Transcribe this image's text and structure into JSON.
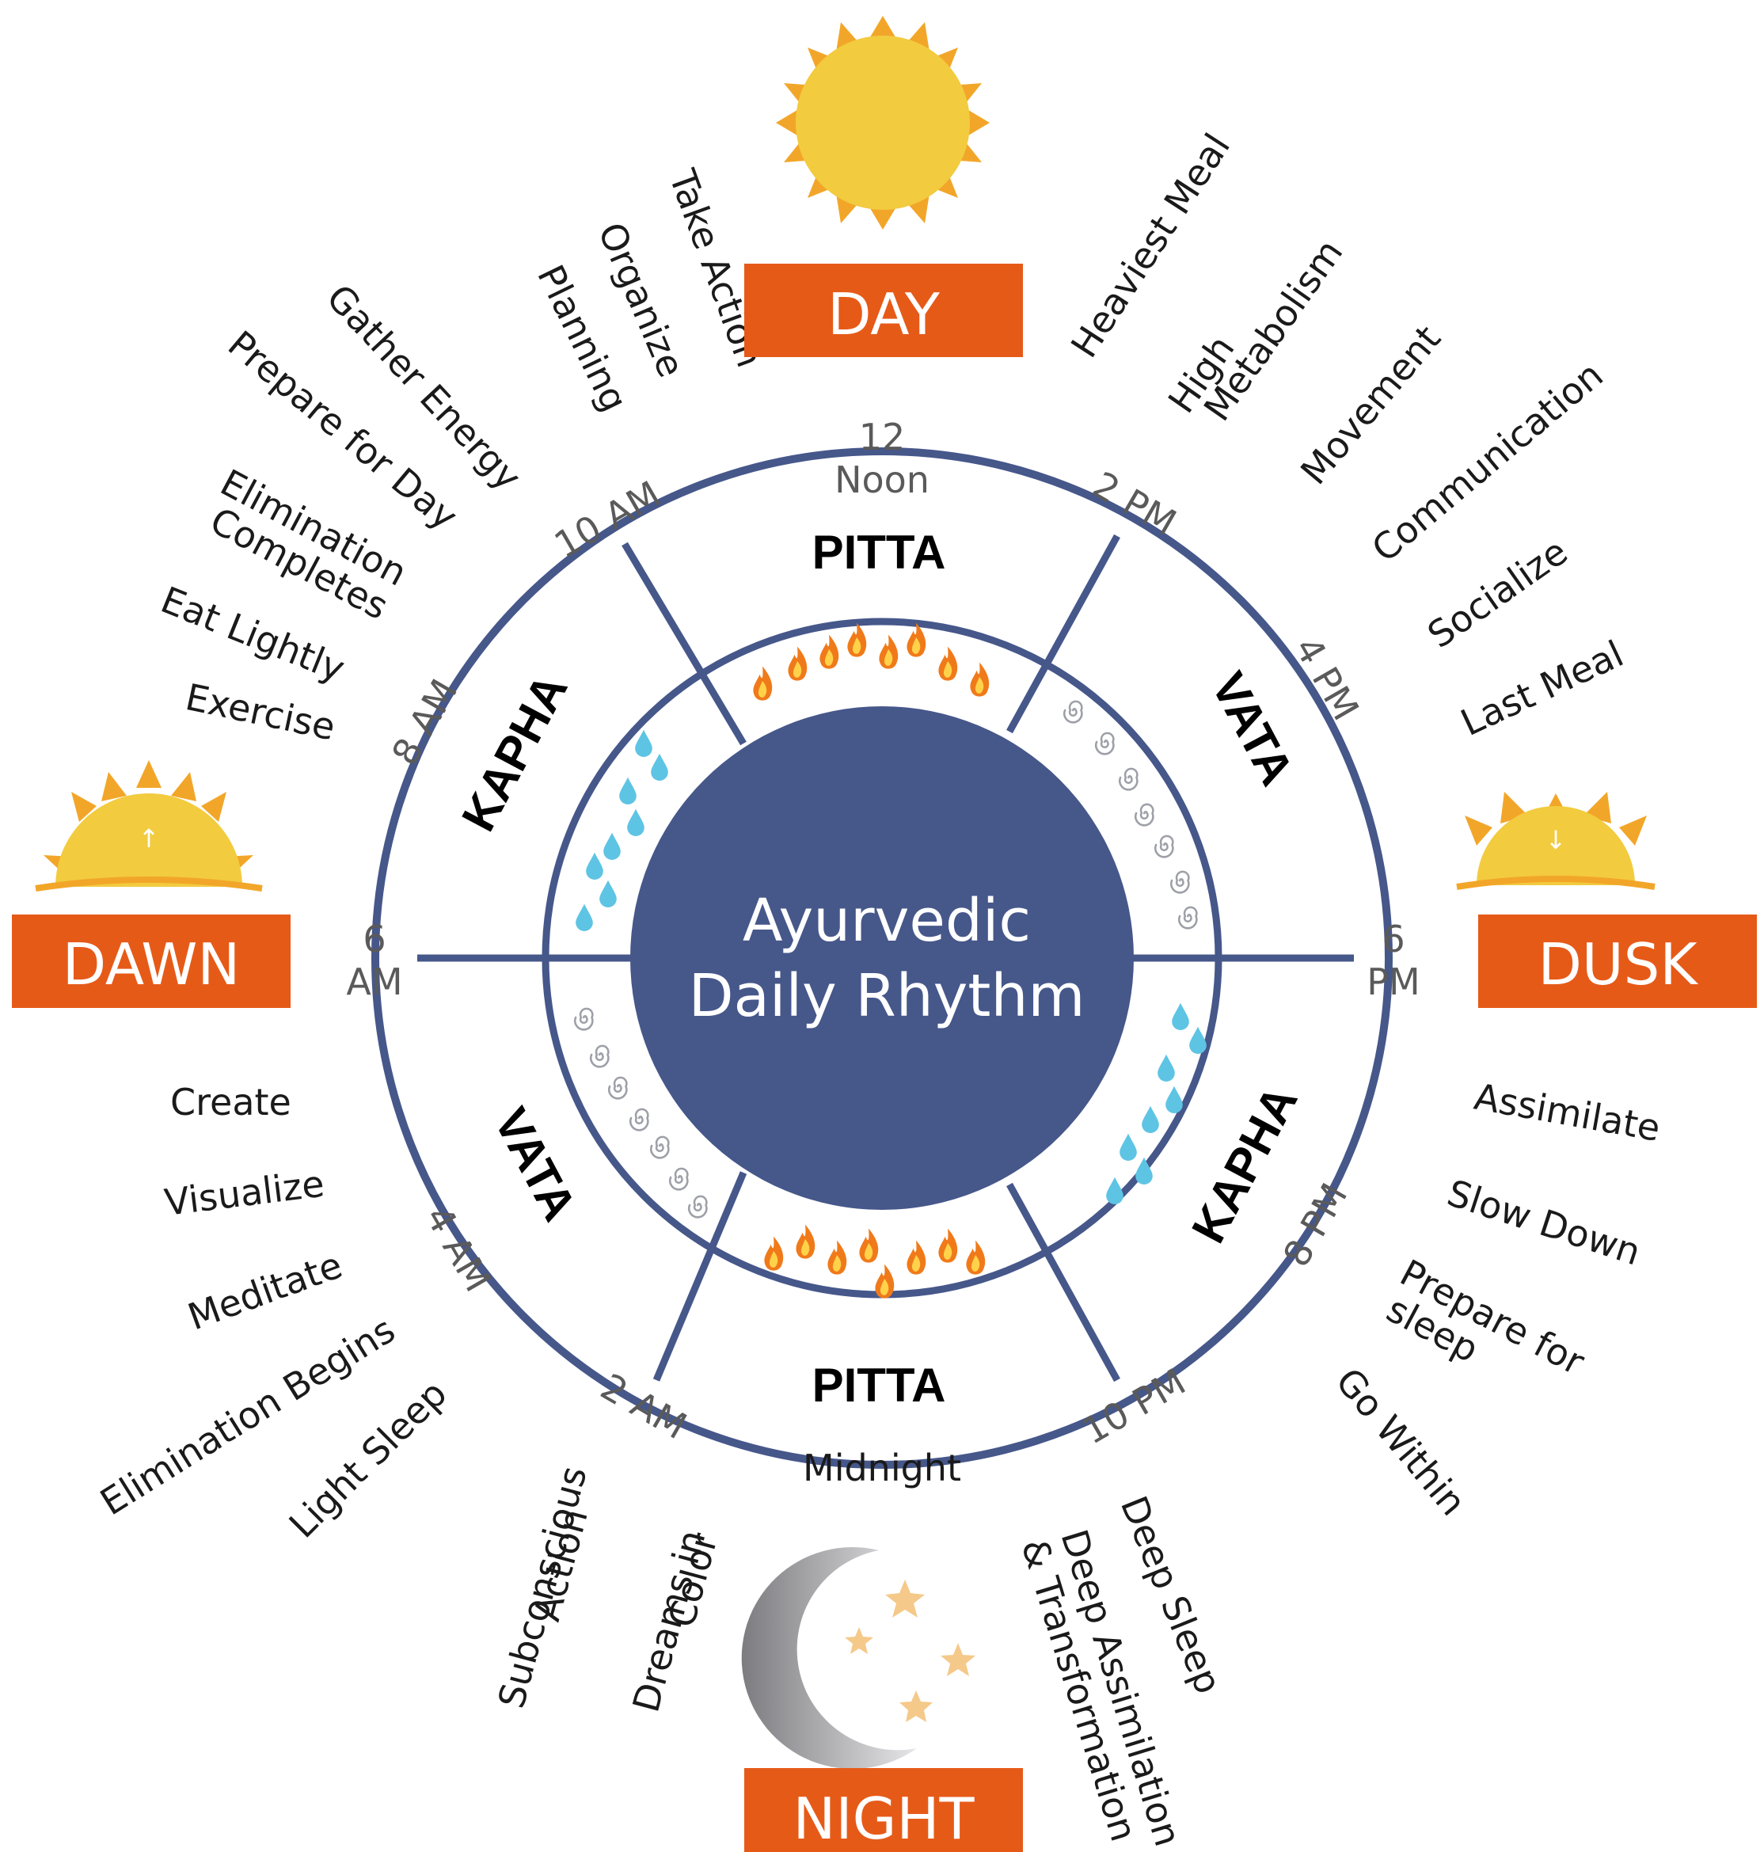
{
  "colors": {
    "ring": "#46578a",
    "orange": "#e65a18",
    "sun": "#f2cb3f",
    "sun_ray": "#f2a629",
    "white": "#ffffff"
  },
  "center": {
    "line1": "Ayurvedic",
    "line2": "Daily Rhythm"
  },
  "periods": {
    "day": "DAY",
    "dawn": "DAWN",
    "dusk": "DUSK",
    "night": "NIGHT"
  },
  "doshas": {
    "pitta_day": "PITTA",
    "vata_pm": "VATA",
    "kapha_pm": "KAPHA",
    "pitta_night": "PITTA",
    "vata_am": "VATA",
    "kapha_am": "KAPHA"
  },
  "times": {
    "noon_a": "12",
    "noon_b": "Noon",
    "t2pm": "2 PM",
    "t4pm": "4 PM",
    "t6pm_a": "6",
    "t6pm_b": "PM",
    "t8pm": "8 PM",
    "t10pm": "10 PM",
    "midnight": "Midnight",
    "t2am": "2 AM",
    "t4am": "4 AM",
    "t6am_a": "6",
    "t6am_b": "AM",
    "t8am": "8 AM",
    "t10am": "10 AM"
  },
  "activities": {
    "take_action": "Take Action",
    "organize": "Organize",
    "planning": "Planning",
    "gather_energy": "Gather Energy",
    "prepare_day": "Prepare for Day",
    "elim_1": "Elimination",
    "elim_2": "Completes",
    "eat_lightly": "Eat Lightly",
    "exercise": "Exercise",
    "heaviest_meal": "Heaviest Meal",
    "high": "High",
    "metabolism": "Metabolism",
    "movement": "Movement",
    "communication": "Communication",
    "socialize": "Socialize",
    "last_meal": "Last Meal",
    "assimilate": "Assimilate",
    "slow_down": "Slow Down",
    "prep_sleep_1": "Prepare for",
    "prep_sleep_2": "sleep",
    "go_within": "Go Within",
    "deep_sleep": "Deep Sleep",
    "deep_assim": "Deep Assimilation",
    "transformation": "& Transformation",
    "subconscious": "Subconscious",
    "action": "Action",
    "dreams": "Dreams in",
    "color": "Color",
    "create": "Create",
    "visualize": "Visualize",
    "meditate": "Meditate",
    "elim_begins": "Elimination Begins",
    "light_sleep": "Light Sleep"
  },
  "icons": {
    "sun": "sun-icon",
    "sunrise": "sunrise-icon",
    "sunset": "sunset-icon",
    "moon": "moon-icon",
    "fire": "fire-icon",
    "wind": "wind-swirl-icon",
    "water": "water-drop-icon"
  }
}
